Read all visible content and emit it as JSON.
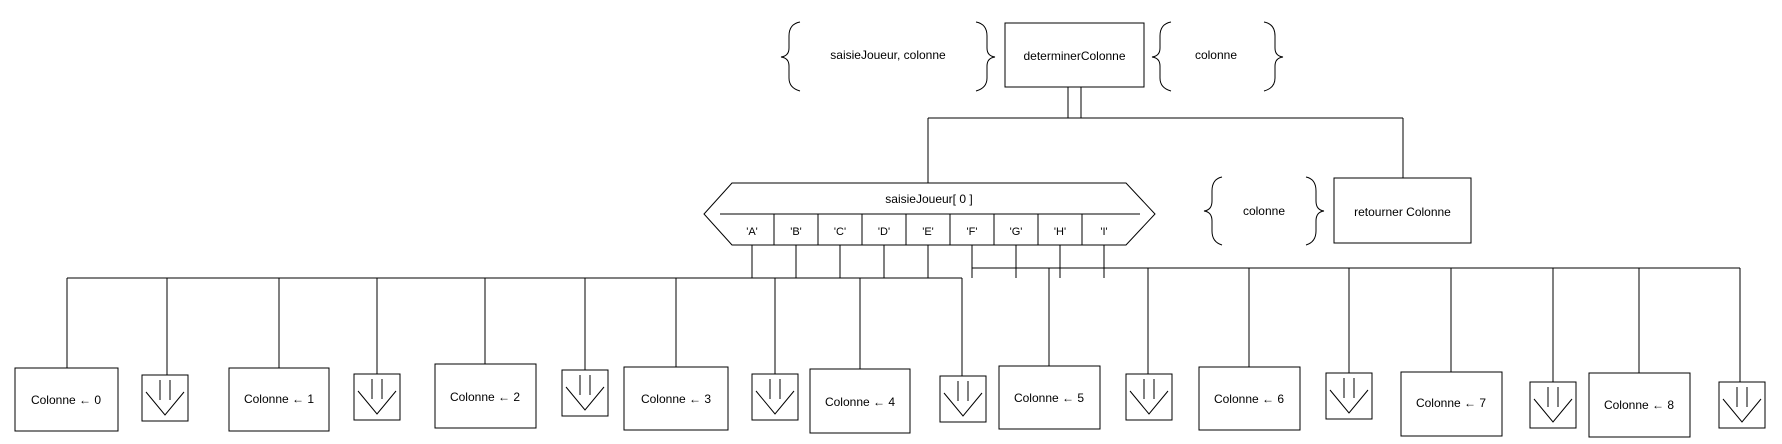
{
  "header": {
    "params_in": "saisieJoueur, colonne",
    "title": "determinerColonne",
    "params_out": "colonne"
  },
  "return_block": {
    "param": "colonne",
    "label": "retourner Colonne"
  },
  "switch_block": {
    "selector": "saisieJoueur[ 0 ]",
    "cases": [
      "'A'",
      "'B'",
      "'C'",
      "'D'",
      "'E'",
      "'F'",
      "'G'",
      "'H'",
      "'I'"
    ]
  },
  "actions": [
    "Colonne ← 0",
    "Colonne ← 1",
    "Colonne ← 2",
    "Colonne ← 3",
    "Colonne ← 4",
    "Colonne ← 5",
    "Colonne ← 6",
    "Colonne ← 7",
    "Colonne ← 8"
  ]
}
